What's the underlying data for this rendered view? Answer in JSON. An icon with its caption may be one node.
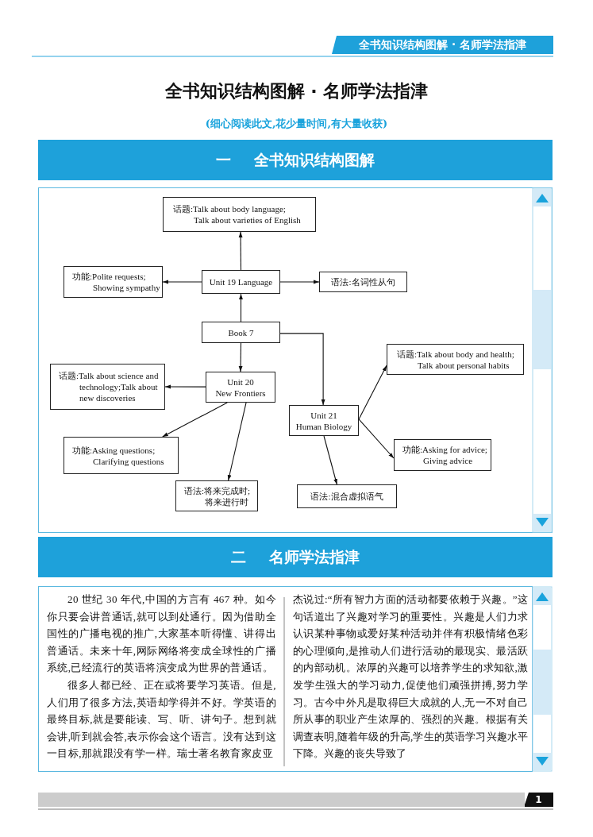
{
  "diagram": {
    "title": "全书知识结构图解 · 名师学法指津",
    "nodes": [
      {
        "text": [
          "全书知识结构图解 · 名师学法指津"
        ]
      },
      {
        "text": [
          "一 全书知识结构图解"
        ]
      },
      {
        "text": [
          "话题:Talk about body language; Talk about varieties of English"
        ]
      },
      {
        "text": [
          "功能:Polite requests; Showing sympathy"
        ]
      },
      {
        "text": [
          "Unit 19 Language"
        ]
      },
      {
        "text": [
          "语法:名词性从句"
        ]
      },
      {
        "text": [
          "Book 7"
        ]
      },
      {
        "text": [
          "话题:Talk about science and technology;Talk about new discoveries"
        ]
      },
      {
        "text": [
          "Unit 20 New Frontiers"
        ]
      },
      {
        "text": [
          "话题:Talk about body and health; Talk about personal habits"
        ]
      },
      {
        "text": [
          "Unit 21 Human Biology"
        ]
      },
      {
        "text": [
          "功能:Asking questions; Clarifying questions"
        ]
      },
      {
        "text": [
          "功能:Asking for advice; Giving advice"
        ]
      },
      {
        "text": [
          "语法:将来完成时;将来进行时"
        ]
      },
      {
        "text": [
          "语法:混合虚拟语气"
        ]
      },
      {
        "text": [
          "二 名师学法指津"
        ]
      },
      {
        "text": [
          "20 世纪 30 年代,中国的方言有 467 种。如今你只要会讲普通话,就可以到处通行。因为借助全国性的广播电视的推广,大家基本听得懂、讲得出普通话。未来十年,网际网络将变成全球性的广播系统,已经流行的英语将演变成为世界的普通话。",
          "很多人都已经、正在或将要学习英语。但是,人们用了很多方法,英语却学得并不好。学英语的最终目标,就是要能读、写、听、讲句子。想到就会讲,听到就会答,表示你会这个语言。没有达到这一目标,那就跟没有学一样。瑞士著名教育家皮亚",
          "杰说过:“所有智力方面的活动都要依赖于兴趣。”这句话道出了兴趣对学习的重要性。兴趣是人们力求认识某种事物或爱好某种活动并伴有积极情绪色彩的心理倾向,是推动人们进行活动的最现实、最活跃的内部动机。浓厚的兴趣可以培养学生的求知欲,激发学生强大的学习动力,促使他们顽强拼搏,努力学习。古今中外凡是取得巨大成就的人,无一不对自己所从事的职业产生浓厚的、强烈的兴趣。根据有关调查表明,随着年级的升高,学生的英语学习兴趣水平下降。兴趣的丧失导致了"
        ]
      }
    ],
    "edges": [
      {
        "from": 4,
        "to": 2,
        "arrow": "to"
      },
      {
        "from": 4,
        "to": 3,
        "arrow": "to"
      },
      {
        "from": 4,
        "to": 5,
        "arrow": "to"
      },
      {
        "from": 6,
        "to": 4,
        "arrow": "to"
      },
      {
        "from": 6,
        "to": 8,
        "arrow": "to"
      },
      {
        "from": 6,
        "to": 10,
        "arrow": "to"
      },
      {
        "from": 8,
        "to": 7,
        "arrow": "to"
      },
      {
        "from": 8,
        "to": 11,
        "arrow": "to"
      },
      {
        "from": 8,
        "to": 13,
        "arrow": "to"
      },
      {
        "from": 10,
        "to": 9,
        "arrow": "to"
      },
      {
        "from": 10,
        "to": 12,
        "arrow": "to"
      },
      {
        "from": 10,
        "to": 14,
        "arrow": "to"
      }
    ],
    "labels": [
      "(细心阅读此文,花少量时间,有大量收获)",
      "1"
    ]
  }
}
